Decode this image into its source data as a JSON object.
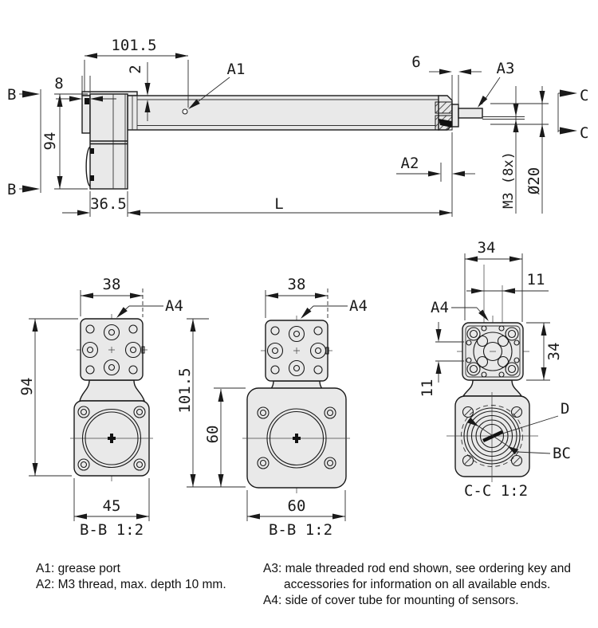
{
  "colors": {
    "background": "#ffffff",
    "part_fill": "#e9e9e9",
    "outline": "#1a1a1a",
    "dimension_line": "#2b2b2b"
  },
  "top_view": {
    "dim_width_top": "101.5",
    "dim_plate": "8",
    "dim_groove": "2",
    "label_a1": "A1",
    "dim_rod": "6",
    "label_a3": "A3",
    "label_b": "B",
    "dim_height": "94",
    "dim_motor_width": "36.5",
    "dim_length": "L",
    "label_a2": "A2",
    "dim_thread": "M3 (8x)",
    "dim_diameter": "Ø20",
    "label_c": "C"
  },
  "section_bb_45": {
    "dim_top": "38",
    "label_a4": "A4",
    "dim_left": "94",
    "dim_bottom": "45",
    "caption": "B-B 1:2"
  },
  "section_bb_60": {
    "dim_top": "38",
    "label_a4": "A4",
    "dim_left": "101.5",
    "dim_inner": "60",
    "dim_bottom": "60",
    "caption": "B-B 1:2"
  },
  "section_cc": {
    "dim_top": "34",
    "dim_offset_top": "11",
    "label_a4": "A4",
    "dim_offset_left": "11",
    "dim_right": "34",
    "label_d": "D",
    "label_bc": "BC",
    "caption": "C-C 1:2"
  },
  "notes": {
    "left_line1": "A1: grease port",
    "left_line2": "A2: M3 thread, max. depth 10 mm.",
    "right_line1": "A3: male threaded rod end shown, see ordering key and",
    "right_line2": "accessories for information on all available ends.",
    "right_line3": "A4: side of cover tube for mounting of sensors."
  }
}
